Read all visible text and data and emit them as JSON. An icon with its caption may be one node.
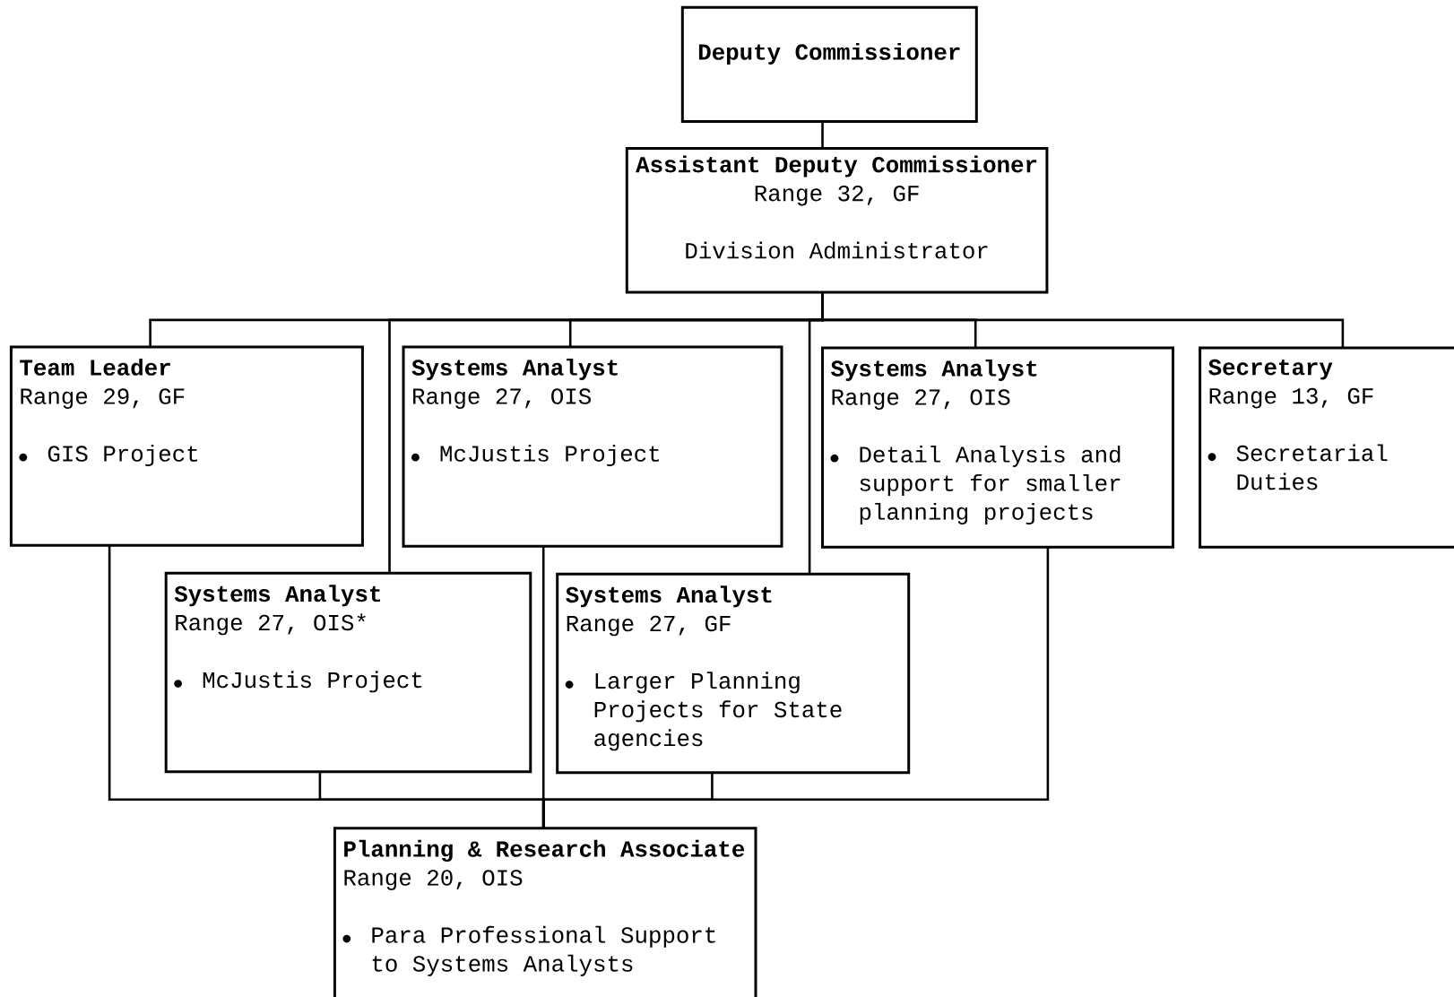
{
  "diagram": {
    "nodes": [
      {
        "text": [
          "Deputy Commissioner"
        ]
      },
      {
        "text": [
          "Assistant Deputy Commissioner",
          "Range 32, GF",
          "Division Administrator"
        ]
      },
      {
        "text": [
          "Team Leader",
          "Range 29, GF",
          "GIS Project"
        ]
      },
      {
        "text": [
          "Systems Analyst",
          "Range 27, OIS",
          "McJustis Project"
        ]
      },
      {
        "text": [
          "Systems Analyst",
          "Range 27, OIS",
          "Detail Analysis and support for smaller planning projects"
        ]
      },
      {
        "text": [
          "Secretary",
          "Range 13, GF",
          "Secretarial Duties"
        ]
      },
      {
        "text": [
          "Systems Analyst",
          "Range 27, OIS*",
          "McJustis Project"
        ]
      },
      {
        "text": [
          "Systems Analyst",
          "Range 27, GF",
          "Larger Planning Projects for State agencies"
        ]
      },
      {
        "text": [
          "Planning & Research Associate",
          "Range 20, OIS",
          "Para Professional Support to Systems Analysts"
        ]
      }
    ],
    "edges": [
      {
        "from": 0,
        "to": 1,
        "arrow": "none"
      },
      {
        "from": 1,
        "to": 2,
        "arrow": "none"
      },
      {
        "from": 1,
        "to": 3,
        "arrow": "none"
      },
      {
        "from": 1,
        "to": 4,
        "arrow": "none"
      },
      {
        "from": 1,
        "to": 5,
        "arrow": "none"
      },
      {
        "from": 1,
        "to": 6,
        "arrow": "none"
      },
      {
        "from": 1,
        "to": 7,
        "arrow": "none"
      },
      {
        "from": 2,
        "to": 8,
        "arrow": "none"
      },
      {
        "from": 3,
        "to": 8,
        "arrow": "none"
      },
      {
        "from": 4,
        "to": 8,
        "arrow": "none"
      },
      {
        "from": 6,
        "to": 8,
        "arrow": "none"
      },
      {
        "from": 7,
        "to": 8,
        "arrow": "none"
      }
    ]
  }
}
